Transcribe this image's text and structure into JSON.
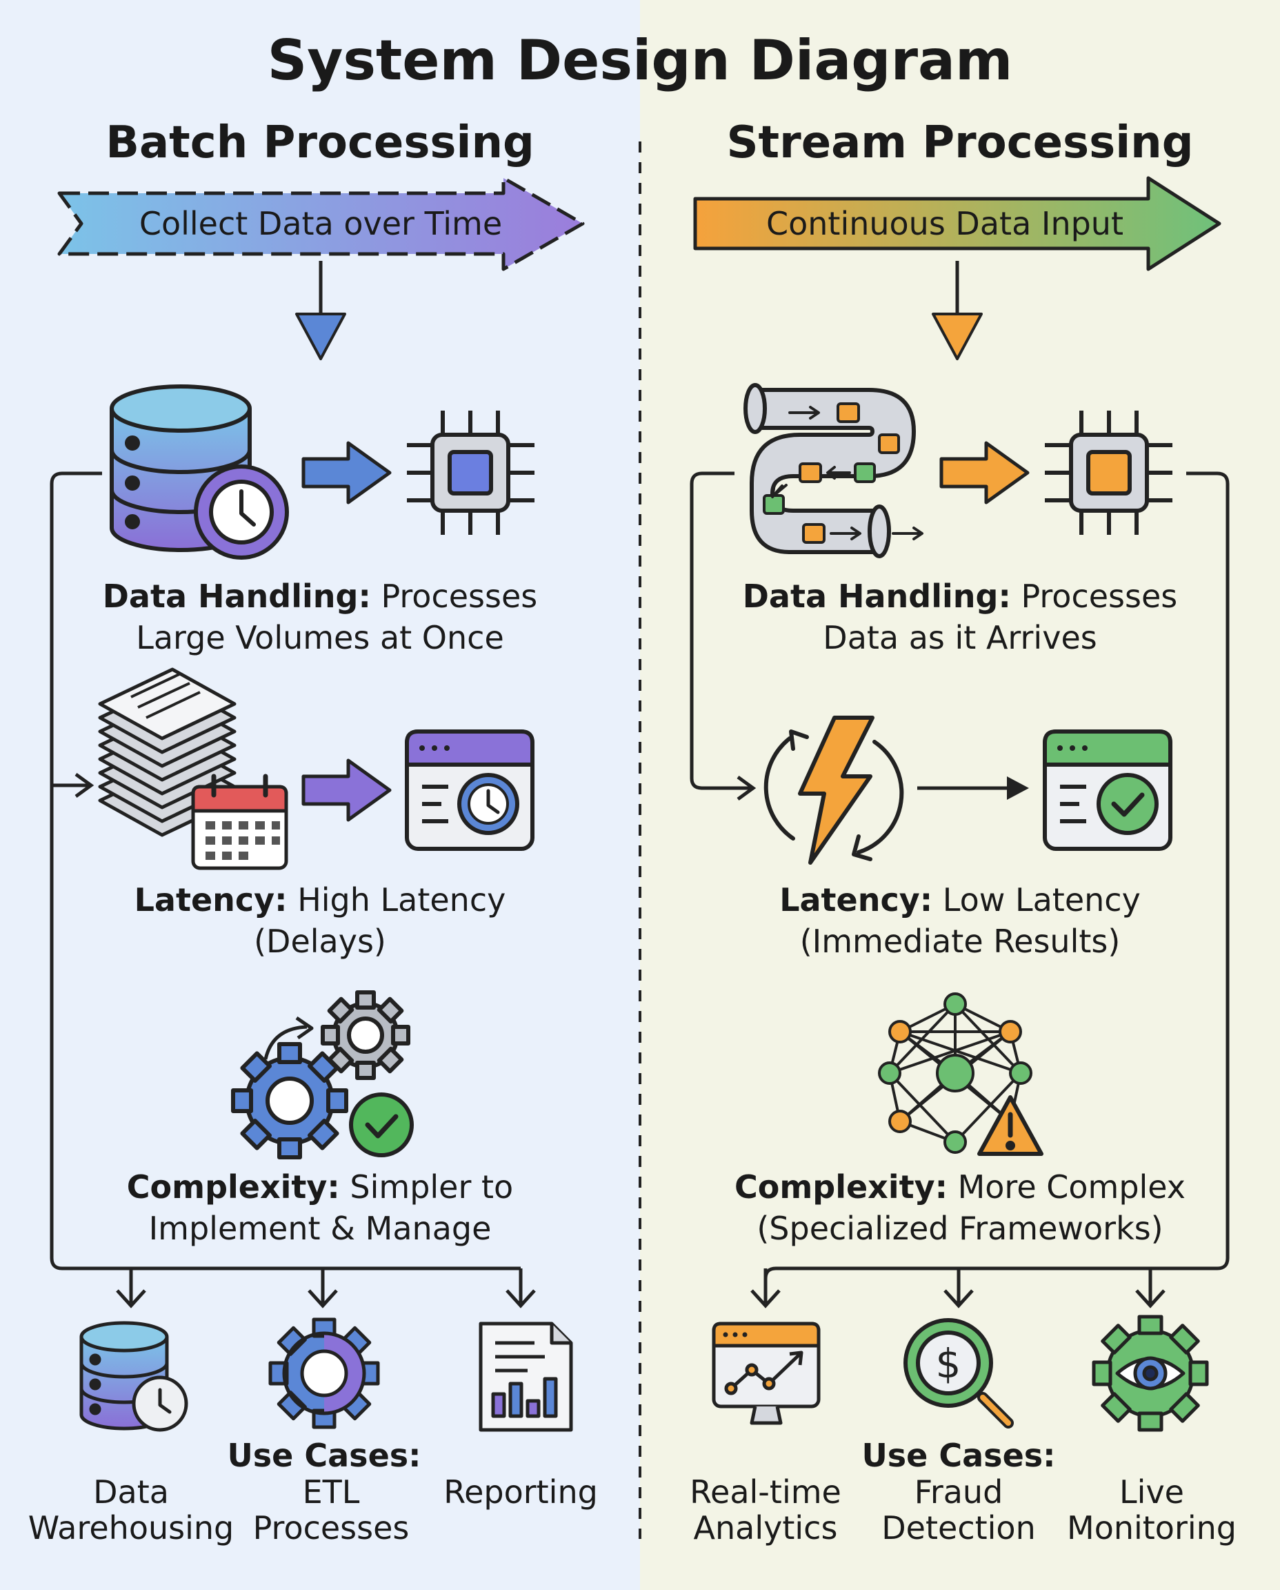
{
  "title": "System Design Diagram",
  "batch": {
    "heading": "Batch Processing",
    "input_label": "Collect Data over Time",
    "features": [
      {
        "label": "Data Handling:",
        "line1": "Processes",
        "line2": "Large Volumes at Once",
        "icon": "database-clock-icon"
      },
      {
        "label": "Latency:",
        "line1": "High Latency",
        "line2": "(Delays)",
        "icon": "document-stack-calendar-icon"
      },
      {
        "label": "Complexity:",
        "line1": "Simpler to",
        "line2": "Implement & Manage",
        "icon": "gears-check-icon"
      }
    ],
    "use_cases_title": "Use Cases:",
    "use_cases": [
      {
        "line1": "Data",
        "line2": "Warehousing",
        "icon": "database-clock-icon"
      },
      {
        "line1": "ETL",
        "line2": "Processes",
        "icon": "gear-icon"
      },
      {
        "line1": "Reporting",
        "line2": "",
        "icon": "report-chart-icon"
      }
    ]
  },
  "stream": {
    "heading": "Stream Processing",
    "input_label": "Continuous Data Input",
    "features": [
      {
        "label": "Data Handling:",
        "line1": "Processes",
        "line2": "Data as it Arrives",
        "icon": "data-pipeline-icon"
      },
      {
        "label": "Latency:",
        "line1": "Low Latency",
        "line2": "(Immediate Results)",
        "icon": "lightning-cycle-icon"
      },
      {
        "label": "Complexity:",
        "line1": "More Complex",
        "line2": "(Specialized Frameworks)",
        "icon": "network-warning-icon"
      }
    ],
    "use_cases_title": "Use Cases:",
    "use_cases": [
      {
        "line1": "Real-time",
        "line2": "Analytics",
        "icon": "analytics-monitor-icon"
      },
      {
        "line1": "Fraud",
        "line2": "Detection",
        "icon": "dollar-magnifier-icon"
      },
      {
        "line1": "Live",
        "line2": "Monitoring",
        "icon": "gear-eye-icon"
      }
    ]
  },
  "colors": {
    "batch_bg": "#eaf1fb",
    "stream_bg": "#f3f4e6",
    "blue": "#5b87d6",
    "purple": "#8a72d8",
    "orange": "#f4a43c",
    "green": "#6cbf72",
    "gray": "#d5d8de",
    "outline": "#2a2a2a"
  }
}
